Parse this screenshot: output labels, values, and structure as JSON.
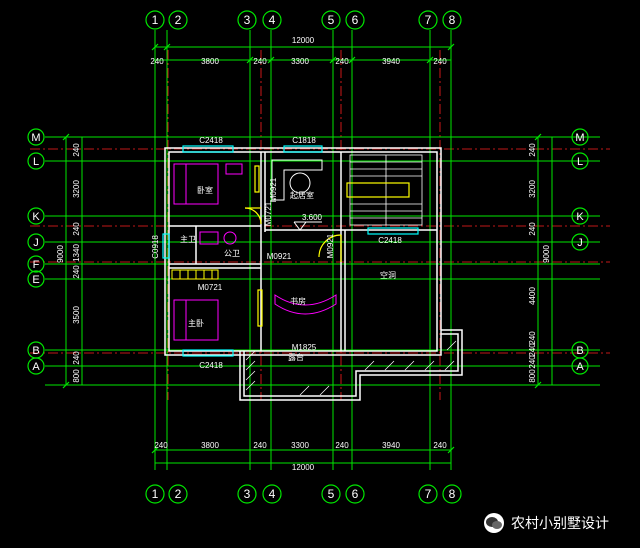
{
  "drawing": {
    "axes_vertical": [
      "1",
      "2",
      "3",
      "4",
      "5",
      "6",
      "7",
      "8"
    ],
    "axes_horizontal": [
      "M",
      "L",
      "K",
      "J",
      "F",
      "E",
      "B",
      "A"
    ],
    "total_width": "12000",
    "bay_dimensions": [
      "240",
      "3800",
      "240",
      "3300",
      "240",
      "3940",
      "240"
    ],
    "left_dimensions": [
      "240",
      "3200",
      "240",
      "1340",
      "240",
      "3500",
      "240",
      "800"
    ],
    "left_total": "9000",
    "right_dimensions": [
      "240",
      "3200",
      "240",
      "4400",
      "240",
      "240",
      "240",
      "800"
    ],
    "right_total": "9000"
  },
  "rooms": {
    "bedroom_upper": "卧室",
    "lounge": "起居室",
    "bathroom": "主卫",
    "public_wc": "公卫",
    "master_bedroom": "主卧",
    "study": "书房",
    "void": "空洞",
    "balcony": "露台"
  },
  "labels": {
    "window_top_left": "C2418",
    "window_top_mid": "C1818",
    "window_mid_right": "C2418",
    "window_bottom_left": "C2418",
    "window_side_left": "C0918",
    "door_m0721_a": "M0721",
    "door_m0721_b": "M0721",
    "door_m0921_a": "M0921",
    "door_m0921_b": "M0921",
    "door_m0921_c": "M0921",
    "door_m1825": "M1825",
    "elevation": "3.600"
  },
  "watermark": {
    "text": "农村小别墅设计"
  },
  "colors": {
    "background": "#000000",
    "axis_grid": "#00e600",
    "wall": "#ffffff",
    "window": "#00ffff",
    "door": "#ffff00",
    "furniture": "#ff00ff",
    "axis_line": "#ff2020",
    "text": "#ffffff"
  }
}
